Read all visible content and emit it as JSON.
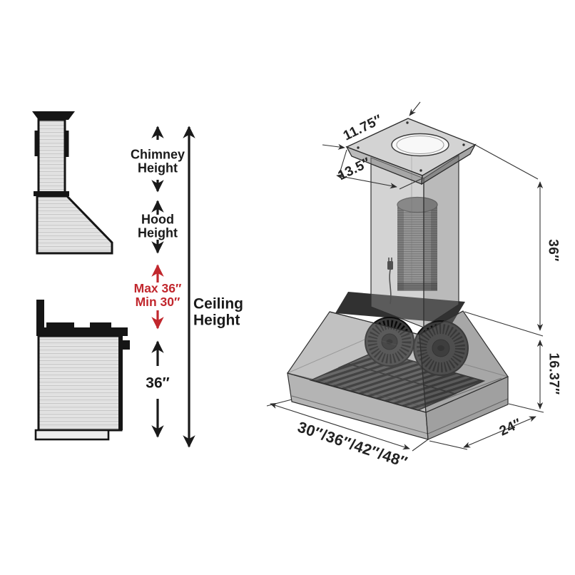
{
  "diagram_title": "Wall range hood dimension diagram",
  "left_measurements": {
    "chimney_height": {
      "line1": "Chimney",
      "line2": "Height"
    },
    "hood_height": {
      "line1": "Hood",
      "line2": "Height"
    },
    "clearance_max": "Max 36″",
    "clearance_min": "Min 30″",
    "range_to_floor": "36″",
    "ceiling_height": {
      "line1": "Ceiling",
      "line2": "Height"
    }
  },
  "iso_dimensions": {
    "top_plate_depth": "11.75″",
    "top_plate_width": "13.5″",
    "chimney_height": "36″",
    "hood_body_height": "16.37″",
    "hood_depth": "24″",
    "available_widths": "30″/36″/42″/48″"
  },
  "icons": {
    "up_arrow": "up-arrow-icon",
    "down_arrow": "down-arrow-icon",
    "double_arrow": "double-headed-arrow-icon"
  },
  "colors": {
    "accent_red": "#c1272d",
    "ink": "#1a1a1a",
    "steel_light": "#e8e8e8",
    "steel_dark": "#c6c6c6",
    "glass_gray": "#8c8c8c"
  }
}
